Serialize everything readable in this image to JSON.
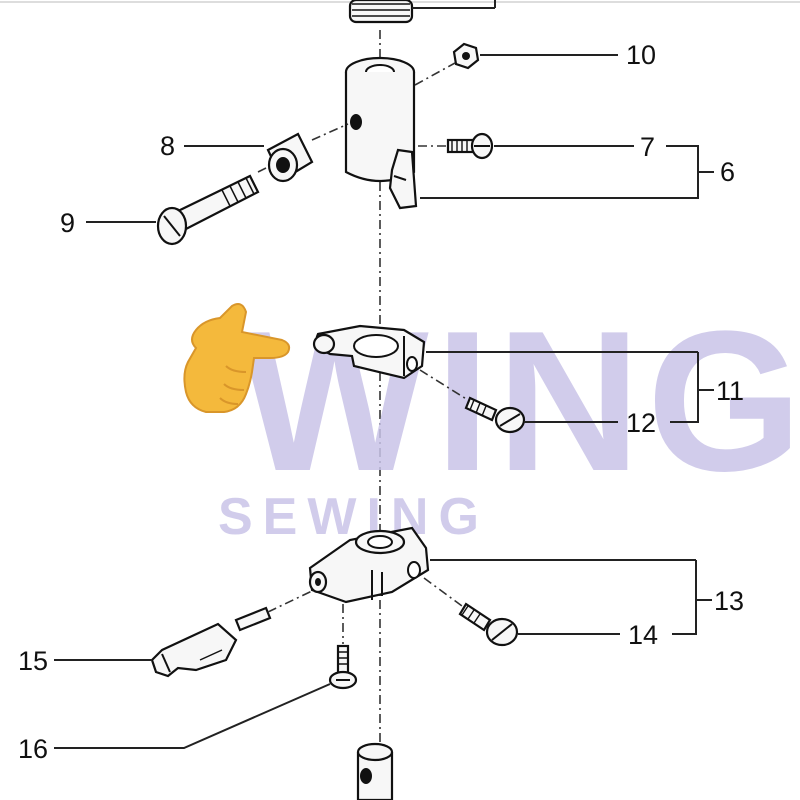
{
  "diagram": {
    "callouts": [
      {
        "id": "6",
        "label": "6"
      },
      {
        "id": "7",
        "label": "7"
      },
      {
        "id": "8",
        "label": "8"
      },
      {
        "id": "9",
        "label": "9"
      },
      {
        "id": "10",
        "label": "10"
      },
      {
        "id": "11",
        "label": "11"
      },
      {
        "id": "12",
        "label": "12"
      },
      {
        "id": "13",
        "label": "13"
      },
      {
        "id": "14",
        "label": "14"
      },
      {
        "id": "15",
        "label": "15"
      },
      {
        "id": "16",
        "label": "16"
      }
    ]
  },
  "watermark": {
    "brand_top": "WING",
    "brand_bottom": "SEWING",
    "color": "#c9c4e8"
  },
  "overlay": {
    "icon": "pointing-hand-icon",
    "color": "#f4b93c"
  }
}
